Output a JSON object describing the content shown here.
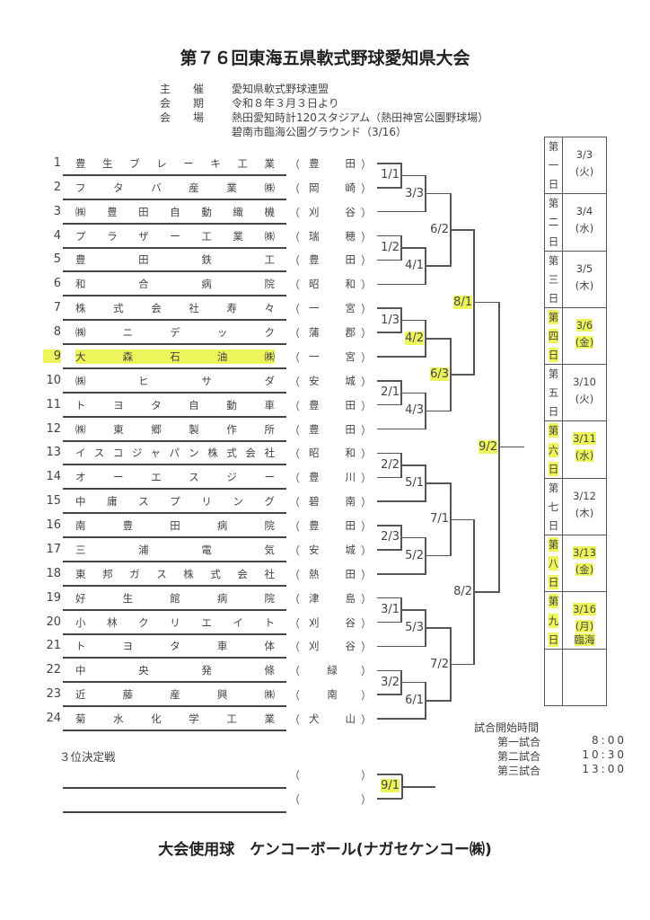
{
  "title": "第７６回東海五県軟式野球愛知県大会",
  "info": [
    {
      "label1": "主",
      "label2": "催",
      "value": "愛知県軟式野球連盟"
    },
    {
      "label1": "会",
      "label2": "期",
      "value": "令和８年３月３日より"
    },
    {
      "label1": "会",
      "label2": "場",
      "value": "熱田愛知時計120スタジアム（熱田神宮公園野球場）"
    },
    {
      "label1": "",
      "label2": "",
      "value": "碧南市臨海公園グラウンド（3/16）"
    }
  ],
  "teams": [
    {
      "no": "1",
      "name": "豊生ブレーキ工業",
      "city": "豊田"
    },
    {
      "no": "2",
      "name": "フタバ産業㈱",
      "city": "岡崎"
    },
    {
      "no": "3",
      "name": "㈱豊田自動織機",
      "city": "刈谷"
    },
    {
      "no": "4",
      "name": "プラザー工業㈱",
      "city": "瑞穂"
    },
    {
      "no": "5",
      "name": "豊田鉄工",
      "city": "豊田"
    },
    {
      "no": "6",
      "name": "和合病院",
      "city": "昭和"
    },
    {
      "no": "7",
      "name": "株式会社寿々",
      "city": "一宮"
    },
    {
      "no": "8",
      "name": "㈱ニデック",
      "city": "蒲郡"
    },
    {
      "no": "9",
      "name": "大森石油㈱",
      "city": "一宮",
      "highlight": true
    },
    {
      "no": "10",
      "name": "㈱ヒサダ",
      "city": "安城"
    },
    {
      "no": "11",
      "name": "トヨタ自動車",
      "city": "豊田"
    },
    {
      "no": "12",
      "name": "㈱東郷製作所",
      "city": "豊田"
    },
    {
      "no": "13",
      "name": "イスコジャパン株式会社",
      "city": "昭和"
    },
    {
      "no": "14",
      "name": "オーエスジー",
      "city": "豊川"
    },
    {
      "no": "15",
      "name": "中庸スプリング",
      "city": "碧南"
    },
    {
      "no": "16",
      "name": "南豊田病院",
      "city": "豊田"
    },
    {
      "no": "17",
      "name": "三浦電気",
      "city": "安城"
    },
    {
      "no": "18",
      "name": "東邦ガス株式会社",
      "city": "熱田"
    },
    {
      "no": "19",
      "name": "好生館病院",
      "city": "津島"
    },
    {
      "no": "20",
      "name": "小林クリエイト",
      "city": "刈谷"
    },
    {
      "no": "21",
      "name": "トヨタ車体",
      "city": "刈谷"
    },
    {
      "no": "22",
      "name": "中央発條",
      "city": "緑"
    },
    {
      "no": "23",
      "name": "近藤産興㈱",
      "city": "南"
    },
    {
      "no": "24",
      "name": "菊水化学工業",
      "city": "犬山"
    }
  ],
  "paren_open": "（",
  "paren_close": "）",
  "matches": [
    {
      "id": "m11",
      "label": "1/1",
      "a": "t1",
      "b": "t2"
    },
    {
      "id": "m33",
      "label": "3/3",
      "a": "m11",
      "b": "t3"
    },
    {
      "id": "m12",
      "label": "1/2",
      "a": "t4",
      "b": "t5"
    },
    {
      "id": "m41",
      "label": "4/1",
      "a": "m12",
      "b": "t6"
    },
    {
      "id": "m62",
      "label": "6/2",
      "a": "m33",
      "b": "m41"
    },
    {
      "id": "m13",
      "label": "1/3",
      "a": "t7",
      "b": "t8"
    },
    {
      "id": "m42",
      "label": "4/2",
      "a": "m13",
      "b": "t9",
      "highlight": true
    },
    {
      "id": "m21",
      "label": "2/1",
      "a": "t10",
      "b": "t11"
    },
    {
      "id": "m43",
      "label": "4/3",
      "a": "m21",
      "b": "t12"
    },
    {
      "id": "m63",
      "label": "6/3",
      "a": "m42",
      "b": "m43",
      "highlight": true
    },
    {
      "id": "m81",
      "label": "8/1",
      "a": "m62",
      "b": "m63",
      "highlight": true
    },
    {
      "id": "m22",
      "label": "2/2",
      "a": "t13",
      "b": "t14"
    },
    {
      "id": "m51",
      "label": "5/1",
      "a": "m22",
      "b": "t15"
    },
    {
      "id": "m23",
      "label": "2/3",
      "a": "t16",
      "b": "t17"
    },
    {
      "id": "m52",
      "label": "5/2",
      "a": "m23",
      "b": "t18"
    },
    {
      "id": "m71",
      "label": "7/1",
      "a": "m51",
      "b": "m52"
    },
    {
      "id": "m31",
      "label": "3/1",
      "a": "t19",
      "b": "t20"
    },
    {
      "id": "m53",
      "label": "5/3",
      "a": "m31",
      "b": "t21"
    },
    {
      "id": "m32",
      "label": "3/2",
      "a": "t22",
      "b": "t23"
    },
    {
      "id": "m61",
      "label": "6/1",
      "a": "m32",
      "b": "t24"
    },
    {
      "id": "m72",
      "label": "7/2",
      "a": "m53",
      "b": "m61"
    },
    {
      "id": "m82",
      "label": "8/2",
      "a": "m71",
      "b": "m72"
    },
    {
      "id": "m92",
      "label": "9/2",
      "a": "m81",
      "b": "m82",
      "highlight": true
    }
  ],
  "schedule": [
    {
      "day": [
        "第",
        "一",
        "日"
      ],
      "date": "3/3",
      "weekday": "(火)"
    },
    {
      "day": [
        "第",
        "二",
        "日"
      ],
      "date": "3/4",
      "weekday": "(水)"
    },
    {
      "day": [
        "第",
        "三",
        "日"
      ],
      "date": "3/5",
      "weekday": "(木)"
    },
    {
      "day": [
        "第",
        "四",
        "日"
      ],
      "date": "3/6",
      "weekday": "(金)",
      "highlight": true
    },
    {
      "day": [
        "第",
        "五",
        "日"
      ],
      "date": "3/10",
      "weekday": "(火)"
    },
    {
      "day": [
        "第",
        "六",
        "日"
      ],
      "date": "3/11",
      "weekday": "(水)",
      "highlight": true
    },
    {
      "day": [
        "第",
        "七",
        "日"
      ],
      "date": "3/12",
      "weekday": "(木)"
    },
    {
      "day": [
        "第",
        "八",
        "日"
      ],
      "date": "3/13",
      "weekday": "(金)",
      "highlight": true
    },
    {
      "day": [
        "第",
        "九",
        "日"
      ],
      "date": "3/16",
      "weekday": "(月)",
      "note": "臨海",
      "highlight": true
    }
  ],
  "start_times": {
    "title": "試合開始時間",
    "rows": [
      {
        "label": "第一試合",
        "time": "8:00"
      },
      {
        "label": "第二試合",
        "time": "10:30"
      },
      {
        "label": "第三試合",
        "time": "13:00"
      }
    ]
  },
  "third_place": {
    "title": "３位決定戦",
    "match_label": "9/1",
    "highlight": true
  },
  "footer": "大会使用球　ケンコーボール(ナガセケンコー㈱)",
  "colors": {
    "highlight": "#eef55a",
    "line": "#555555"
  }
}
